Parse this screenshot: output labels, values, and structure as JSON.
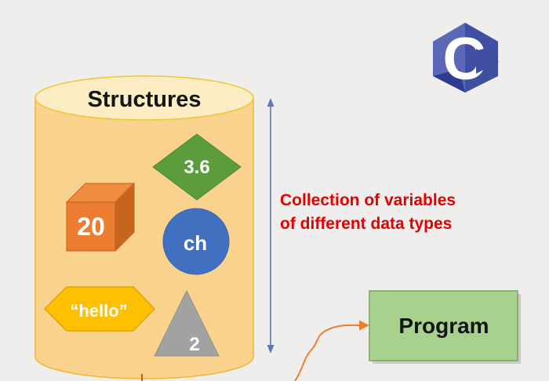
{
  "diagram_title": "Structures",
  "cylinder": {
    "label": "Structures"
  },
  "variables": {
    "float_value": {
      "shape": "diamond",
      "value": "3.6"
    },
    "int_value": {
      "shape": "cube",
      "value": "20"
    },
    "char_value": {
      "shape": "circle",
      "value": "ch"
    },
    "string_value": {
      "shape": "hexagon",
      "value": "“hello”"
    },
    "number_value": {
      "shape": "triangle",
      "value": "2"
    }
  },
  "annotation": {
    "line1": "Collection of variables",
    "line2": "of different data types"
  },
  "program": {
    "label": "Program"
  },
  "logo": {
    "name": "c-language-logo",
    "letter": "C"
  },
  "colors": {
    "background": "#efeeec",
    "cylinder_body": "#f9d38e",
    "cylinder_top": "#fcecc3",
    "cylinder_outline": "#f0b62a",
    "diamond_green": "#5d9c3d",
    "cube_front": "#ed7d31",
    "cube_top": "#ef8d41",
    "cube_side": "#c8651d",
    "circle_blue": "#4170c1",
    "hexagon_gold": "#fec000",
    "triangle_gray": "#a2a2a2",
    "arrow_blue": "#5b7ab5",
    "arrow_orange": "#ed7d31",
    "annotation_red": "#e50000",
    "program_fill": "#a9d18e",
    "program_border": "#7fa35c",
    "logo_light": "#5b68b8",
    "logo_mid": "#414fa3",
    "logo_dark": "#2e3b93"
  }
}
